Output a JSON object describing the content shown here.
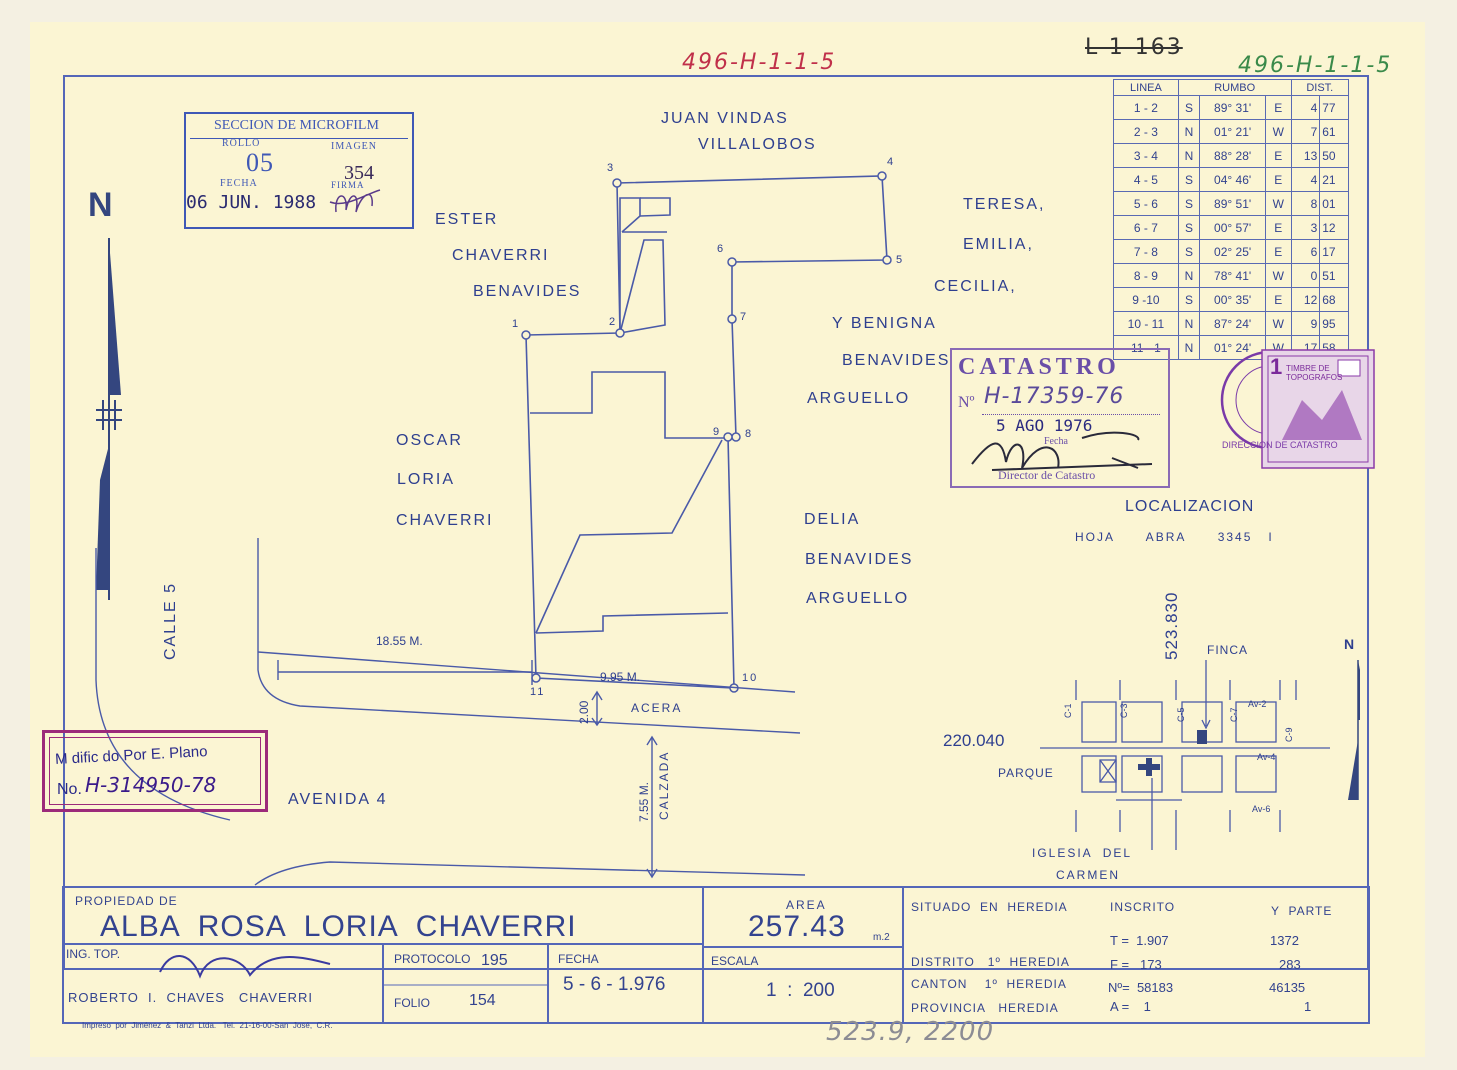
{
  "annotations": {
    "top_red": "496-H-1-1-5",
    "top_right_1": "L-1-163",
    "top_right_2": "496-H-1-1-5",
    "bottom_pencil": "523.9, 2200"
  },
  "microfilm_stamp": {
    "title": "SECCION DE MICROFILM",
    "rollo_label": "ROLLO",
    "rollo": "05",
    "imagen_label": "IMAGEN",
    "imagen": "354",
    "fecha_label": "FECHA",
    "fecha": "06 JUN. 1988",
    "firma_label": "FIRMA"
  },
  "north_label": "N",
  "neighbors": {
    "north": [
      "JUAN VINDAS",
      "VILLALOBOS"
    ],
    "west_top": [
      "ESTER",
      "CHAVERRI",
      "BENAVIDES"
    ],
    "east_top": [
      "TERESA,",
      "EMILIA,",
      "CECILIA,",
      "Y  BENIGNA",
      "BENAVIDES",
      "ARGUELLO"
    ],
    "west": [
      "OSCAR",
      "LORIA",
      "CHAVERRI"
    ],
    "east": [
      "DELIA",
      "BENAVIDES",
      "ARGUELLO"
    ]
  },
  "streets": {
    "calle": "CALLE 5",
    "avenida": "AVENIDA 4",
    "acera": "ACERA",
    "calzada": "CALZADA",
    "dim_1855": "18.55 M.",
    "dim_995": "9.95 M.",
    "dim_200": "2.00",
    "dim_755": "7.55 M."
  },
  "vertices": [
    "1",
    "2",
    "3",
    "4",
    "5",
    "6",
    "7",
    "8",
    "9",
    "10",
    "11"
  ],
  "rumbo_table": {
    "headers": [
      "LINEA",
      "RUMBO",
      "DIST."
    ],
    "rows": [
      [
        "1 - 2",
        "S",
        "89° 31'",
        "E",
        "4",
        "77"
      ],
      [
        "2 - 3",
        "N",
        "01° 21'",
        "W",
        "7",
        "61"
      ],
      [
        "3 - 4",
        "N",
        "88° 28'",
        "E",
        "13",
        "50"
      ],
      [
        "4 - 5",
        "S",
        "04° 46'",
        "E",
        "4",
        "21"
      ],
      [
        "5 - 6",
        "S",
        "89° 51'",
        "W",
        "8",
        "01"
      ],
      [
        "6 - 7",
        "S",
        "00° 57'",
        "E",
        "3",
        "12"
      ],
      [
        "7 - 8",
        "S",
        "02° 25'",
        "E",
        "6",
        "17"
      ],
      [
        "8 - 9",
        "N",
        "78° 41'",
        "W",
        "0",
        "51"
      ],
      [
        "9 -10",
        "S",
        "00° 35'",
        "E",
        "12",
        "68"
      ],
      [
        "10 - 11",
        "N",
        "87° 24'",
        "W",
        "9",
        "95"
      ],
      [
        "11 - 1",
        "N",
        "01° 24'",
        "W",
        "17",
        "58"
      ]
    ]
  },
  "catastro_stamp": {
    "title": "CATASTRO",
    "no_label": "Nº",
    "number": "H-17359-76",
    "date": "5 AGO 1976",
    "fecha_label": "Fecha",
    "director": "Director de Catastro"
  },
  "timbre": {
    "value": "1",
    "text": "TIMBRE DE TOPOGRAFOS",
    "seal_text": "DIRECCION DE CATASTRO"
  },
  "localizacion": {
    "title": "LOCALIZACION",
    "hoja": "HOJA      ABRA      3345   I",
    "coord_vertical": "523.830",
    "coord_horizontal": "220.040",
    "finca": "FINCA",
    "parque": "PARQUE",
    "iglesia": [
      "IGLESIA  DEL",
      "CARMEN"
    ],
    "north": "N",
    "street_labels": [
      "C-1",
      "C-3",
      "C-5",
      "C-7",
      "C-9",
      "Av-2",
      "Av-4",
      "Av-6"
    ]
  },
  "modified_stamp": {
    "line1": "M dific do Por E. Plano",
    "line2_label": "No.",
    "line2_value": "H-314950-78"
  },
  "title_block": {
    "propiedad_label": "PROPIEDAD DE",
    "propietario": "ALBA  ROSA  LORIA  CHAVERRI",
    "area_label": "AREA",
    "area": "257.43",
    "area_unit": "m.2",
    "ing_label": "ING. TOP.",
    "ing_name": "ROBERTO  I.  CHAVES   CHAVERRI",
    "protocolo_label": "PROTOCOLO",
    "protocolo": "195",
    "folio_label": "FOLIO",
    "folio": "154",
    "fecha_label": "FECHA",
    "fecha": "5 - 6 - 1.976",
    "escala_label": "ESCALA",
    "escala": "1  :  200",
    "situado_label": "SITUADO  EN  HEREDIA",
    "distrito": "DISTRITO   1º  HEREDIA",
    "canton": "CANTON    1º  HEREDIA",
    "provincia": "PROVINCIA   HEREDIA",
    "inscrito_label": "INSCRITO",
    "parte_label": "Y  PARTE",
    "t_line": "T =  1.907",
    "f_line": "F =   173",
    "n_line": "Nº=  58183",
    "a_line": "A =    1",
    "parte_t": "1372",
    "parte_f": "283",
    "parte_n": "46135",
    "parte_a": "1",
    "printer": "Impreso  por  Jiménez  &  Tanzi  Ltda.   Tel.  21-16-00-San  José,  C.R."
  }
}
